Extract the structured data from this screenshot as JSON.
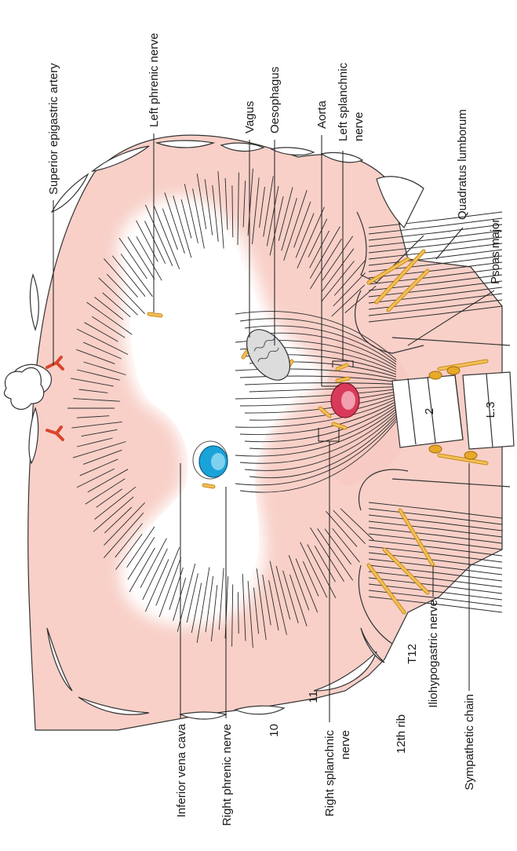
{
  "labels": {
    "superior_epigastric_artery": "Superior epigastric artery",
    "left_phrenic_nerve": "Left phrenic nerve",
    "vagus": "Vagus",
    "oesophagus": "Oesophagus",
    "aorta": "Aorta",
    "left_splanchnic_line1": "Left splanchnic",
    "left_splanchnic_line2": "nerve",
    "quadratus_lumborum": "Quadratus lumborum",
    "psoas_major": "Psoas major",
    "inferior_vena_cava": "Inferior vena cava",
    "right_phrenic_nerve": "Right phrenic nerve",
    "rib_10": "10",
    "rib_11": "11",
    "right_splanchnic_line1": "Right splanchnic",
    "right_splanchnic_line2": "nerve",
    "rib_12": "12th rib",
    "t12": "T12",
    "iliohypogastric_nerve": "Iliohypogastric nerve",
    "sympathetic_chain": "Sympathetic chain",
    "vertebra_2": "2",
    "vertebra_l3": "L.3"
  },
  "colors": {
    "muscle": "#f8d0c8",
    "tendon": "#ffffff",
    "nerve": "#e8a92a",
    "artery": "#d9452a",
    "ivc": "#1aa3d9",
    "aorta": "#d93a5a",
    "oesophagus": "#dcdcdc"
  }
}
